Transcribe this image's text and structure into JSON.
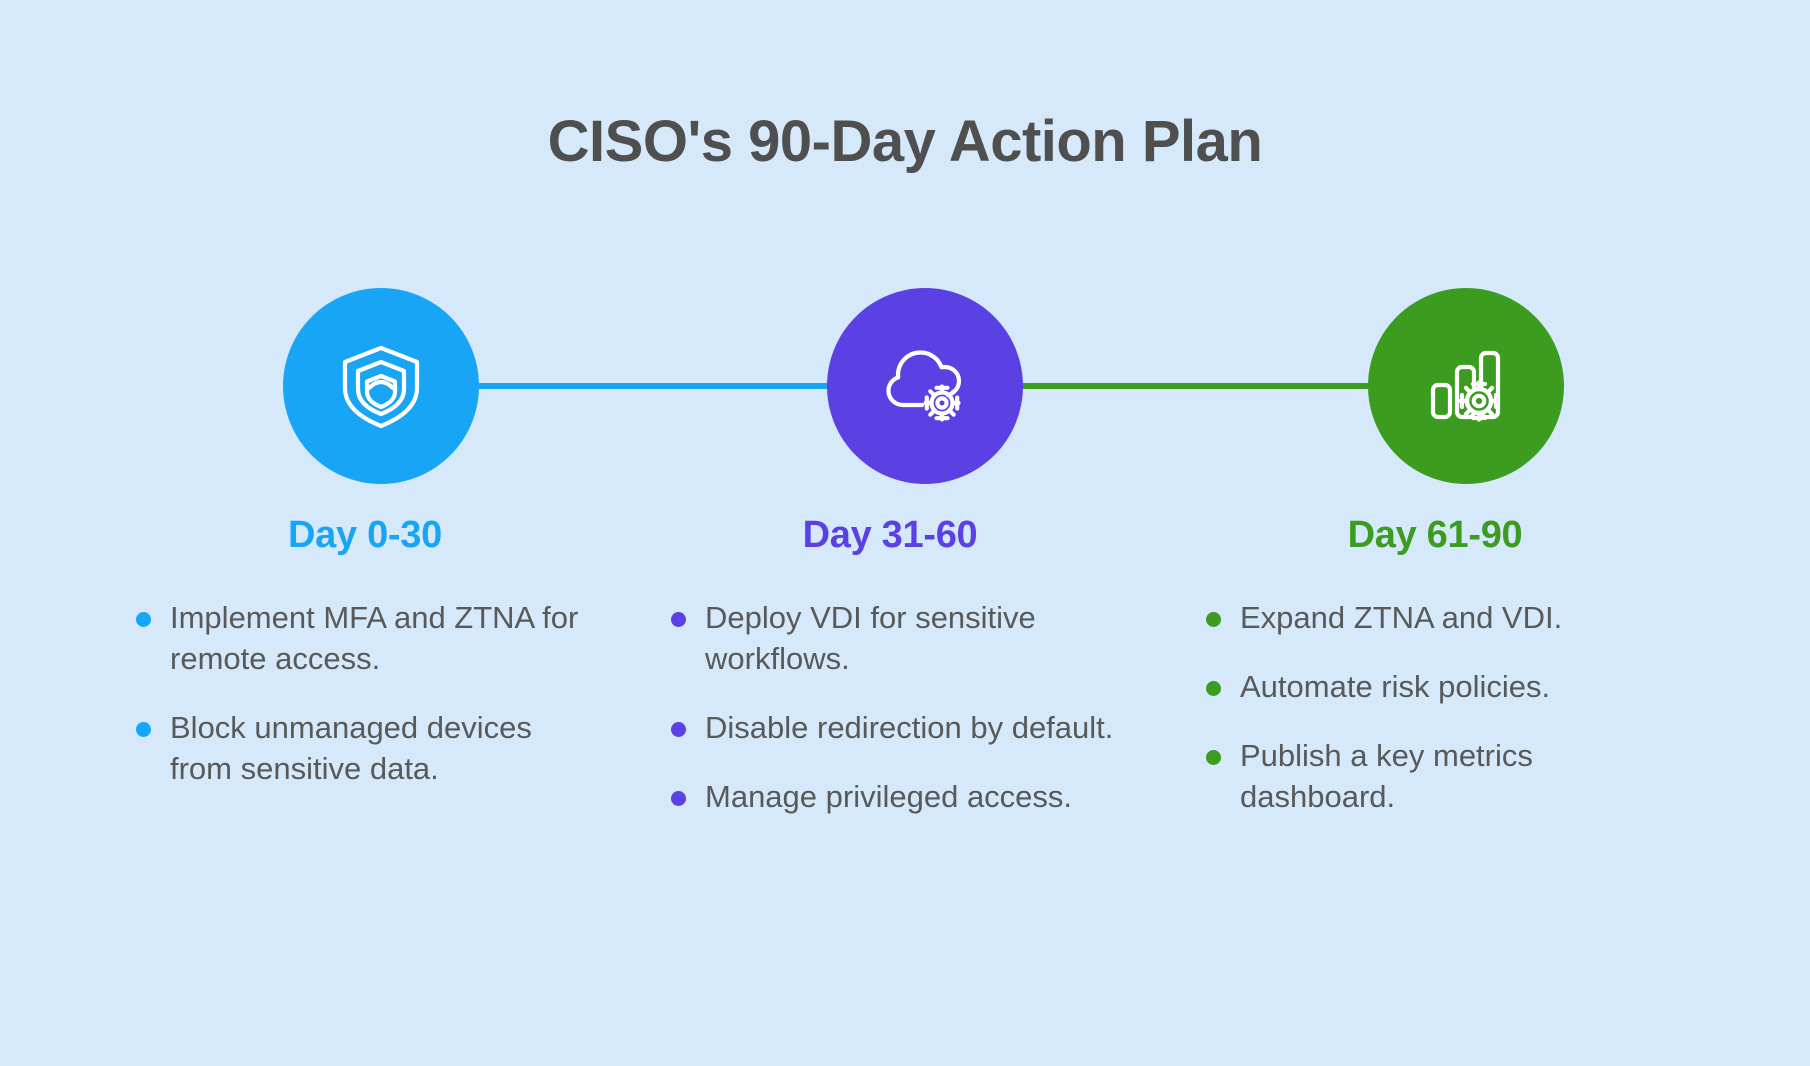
{
  "page": {
    "title": "CISO's 90-Day Action Plan",
    "background_color": "#d6e9fb",
    "title_color": "#4f4f4f",
    "body_text_color": "#595959"
  },
  "phases": [
    {
      "label": "Day 0-30",
      "color": "#18a5f5",
      "icon": "shield-icon",
      "bullets": [
        "Implement MFA and ZTNA for remote access.",
        "Block unmanaged devices from sensitive data."
      ]
    },
    {
      "label": "Day 31-60",
      "color": "#5b41e3",
      "icon": "cloud-gear-icon",
      "bullets": [
        "Deploy VDI for sensitive workflows.",
        "Disable redirection by default.",
        "Manage privileged access."
      ]
    },
    {
      "label": "Day 61-90",
      "color": "#3c9c20",
      "icon": "bar-chart-gear-icon",
      "bullets": [
        "Expand ZTNA and VDI.",
        "Automate risk policies.",
        "Publish a key metrics dashboard."
      ]
    }
  ],
  "connectors": [
    {
      "from": "Day 0-30",
      "to": "Day 31-60",
      "color": "#18a5f5"
    },
    {
      "from": "Day 31-60",
      "to": "Day 61-90",
      "color": "#3c9c20"
    }
  ]
}
